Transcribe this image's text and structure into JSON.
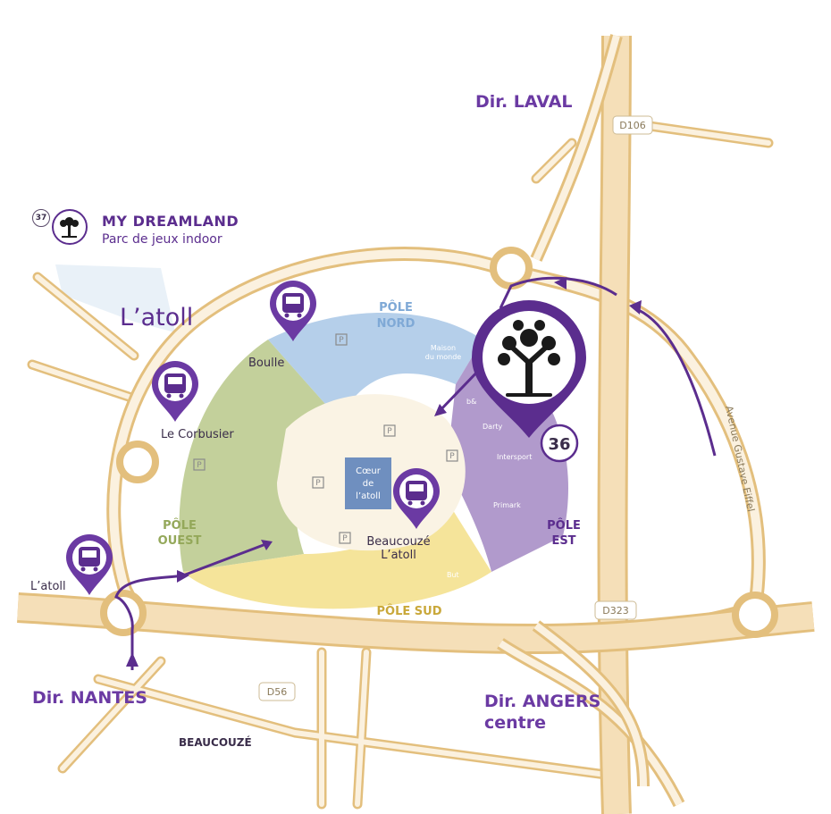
{
  "legend": {
    "badge": "37",
    "title": "MY DREAMLAND",
    "subtitle": "Parc de jeux indoor",
    "icon": "tree-icon"
  },
  "map_title": "L’atoll",
  "directions": {
    "laval": "Dir. LAVAL",
    "nantes": "Dir. NANTES",
    "angers_line1": "Dir. ANGERS",
    "angers_line2": "centre"
  },
  "roads": {
    "d106": "D106",
    "d323": "D323",
    "d56": "D56",
    "avenue": "Avenue Gustave Eiffel"
  },
  "town": "BEAUCOUZÉ",
  "poles": {
    "nord_1": "PÔLE",
    "nord_2": "NORD",
    "ouest_1": "PÔLE",
    "ouest_2": "OUEST",
    "est_1": "PÔLE",
    "est_2": "EST",
    "sud": "PÔLE SUD"
  },
  "center": {
    "line1": "Cœur",
    "line2": "de",
    "line3": "l’atoll"
  },
  "bus_stops": {
    "boulle": "Boulle",
    "corbusier": "Le Corbusier",
    "atoll": "L’atoll",
    "beaucouze_1": "Beaucouzé",
    "beaucouze_2": "L’atoll"
  },
  "shops": {
    "maison": "Maison",
    "du_monde": "du monde",
    "bb": "b&",
    "darty": "Darty",
    "intersport": "Intersport",
    "primark": "Primark",
    "but": "But"
  },
  "store_marker": {
    "number": "36",
    "icon": "tree-icon"
  },
  "parking": "P",
  "colors": {
    "purple": "#5b2d8e",
    "road": "#f5dfb8",
    "road_edge": "#e3bf7d",
    "pole_nord": "#a8c7e6",
    "pole_ouest": "#b9c88a",
    "pole_est": "#a98fc6",
    "pole_sud": "#f3df88"
  }
}
